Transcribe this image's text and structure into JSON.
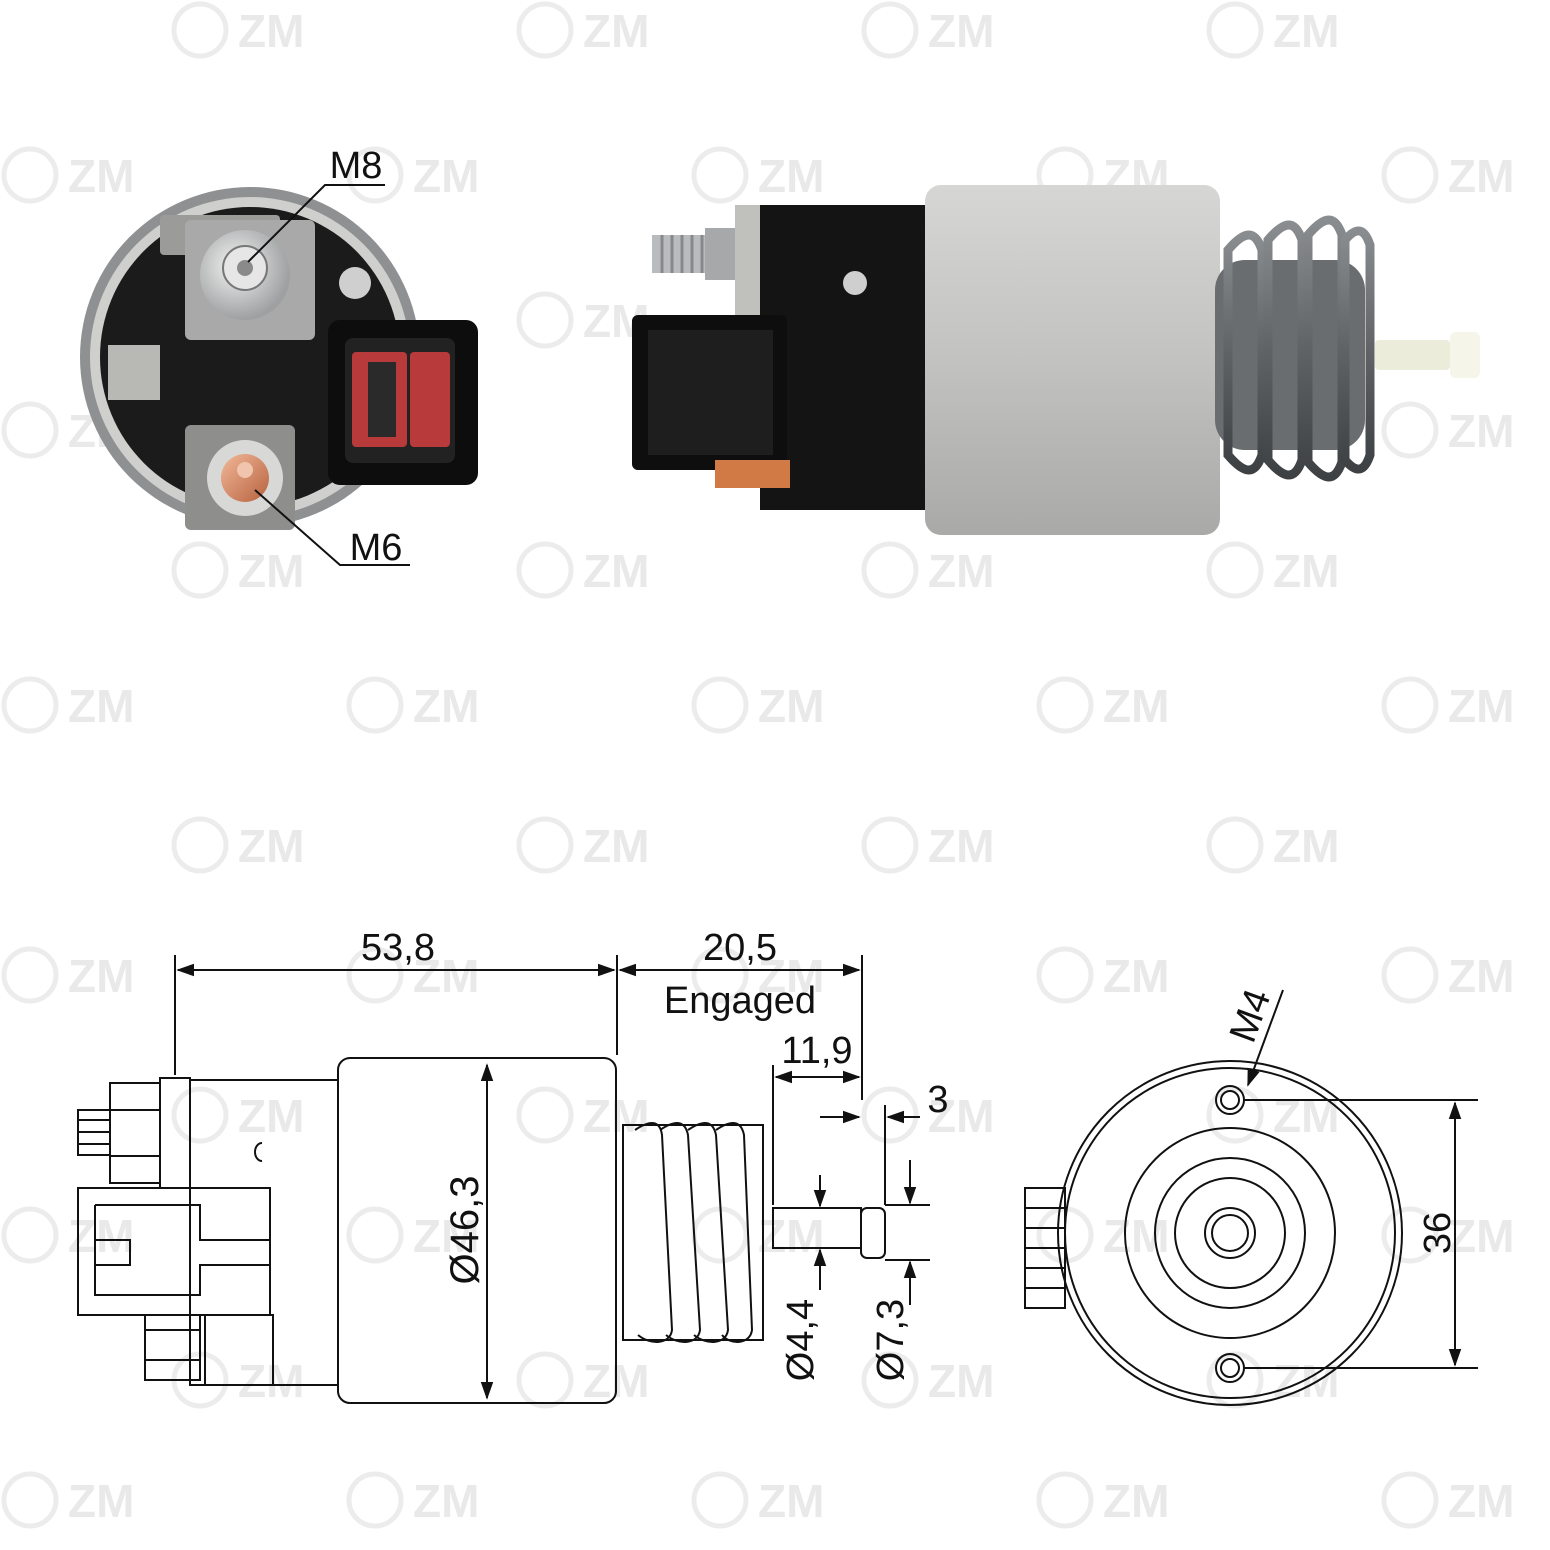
{
  "watermark": {
    "brand": "ZM",
    "mark": "Z/M"
  },
  "photos": {
    "end_view": {
      "terminal_top": "M8",
      "terminal_bottom": "M6"
    },
    "side_view": {}
  },
  "drawing": {
    "overall_length": "53,8",
    "plunger_travel": "20,5",
    "engaged_note": "Engaged",
    "stroke_length": "11,9",
    "tip_length": "3",
    "body_diameter": "Ø46,3",
    "shaft_diameter": "Ø4,4",
    "tip_diameter": "Ø7,3",
    "mount_thread": "M4",
    "hole_spacing": "36"
  },
  "colors": {
    "housing": "#c4c5c2",
    "insulator": "#141414",
    "terminal_copper": "#d08563",
    "plunger_nylon": "#ececda",
    "connector_red": "#b83a3a"
  }
}
